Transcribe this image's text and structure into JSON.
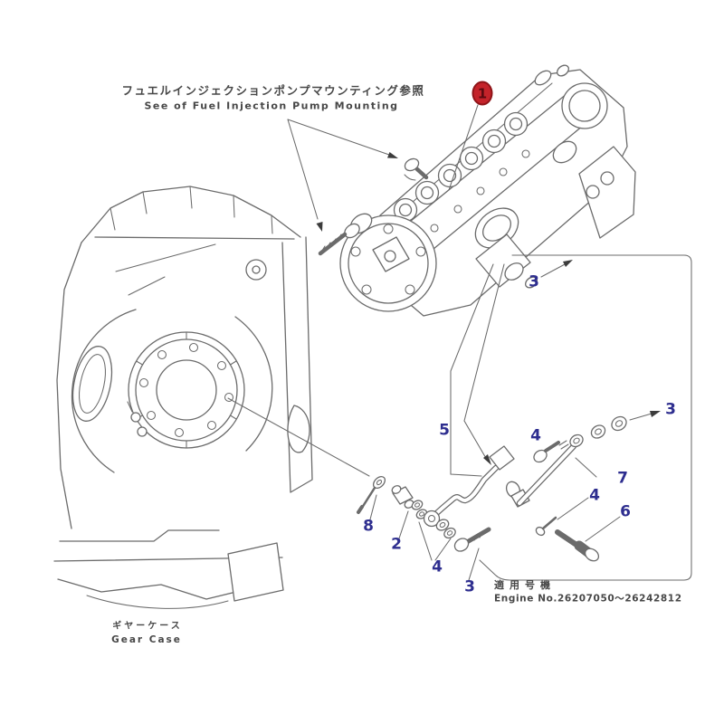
{
  "colors": {
    "line-color": "#6b6b6b",
    "label-color": "#2e2e8f",
    "caption-color": "#474747",
    "badge-fill": "#c4232a",
    "badge-border": "#8e1418",
    "badge-text": "#5c0a10"
  },
  "captions": {
    "pump_ref_jp": "フュエルインジェクションポンプマウンティング参照",
    "pump_ref_en": "See of Fuel Injection Pump Mounting",
    "gear_case_jp": "ギヤーケース",
    "gear_case_en": "Gear Case",
    "applicable_jp": "適用号機",
    "engine_serial_en": "Engine No.26207050～26242812"
  },
  "badge": {
    "number": "1"
  },
  "part_labels": [
    {
      "ref": "3"
    },
    {
      "ref": "5"
    },
    {
      "ref": "4"
    },
    {
      "ref": "3"
    },
    {
      "ref": "7"
    },
    {
      "ref": "4"
    },
    {
      "ref": "6"
    },
    {
      "ref": "8"
    },
    {
      "ref": "2"
    },
    {
      "ref": "4"
    },
    {
      "ref": "3"
    }
  ],
  "icons": {
    "arrow": "solid-triangle-pointer",
    "badge_shape": "red-oval-highlight"
  }
}
